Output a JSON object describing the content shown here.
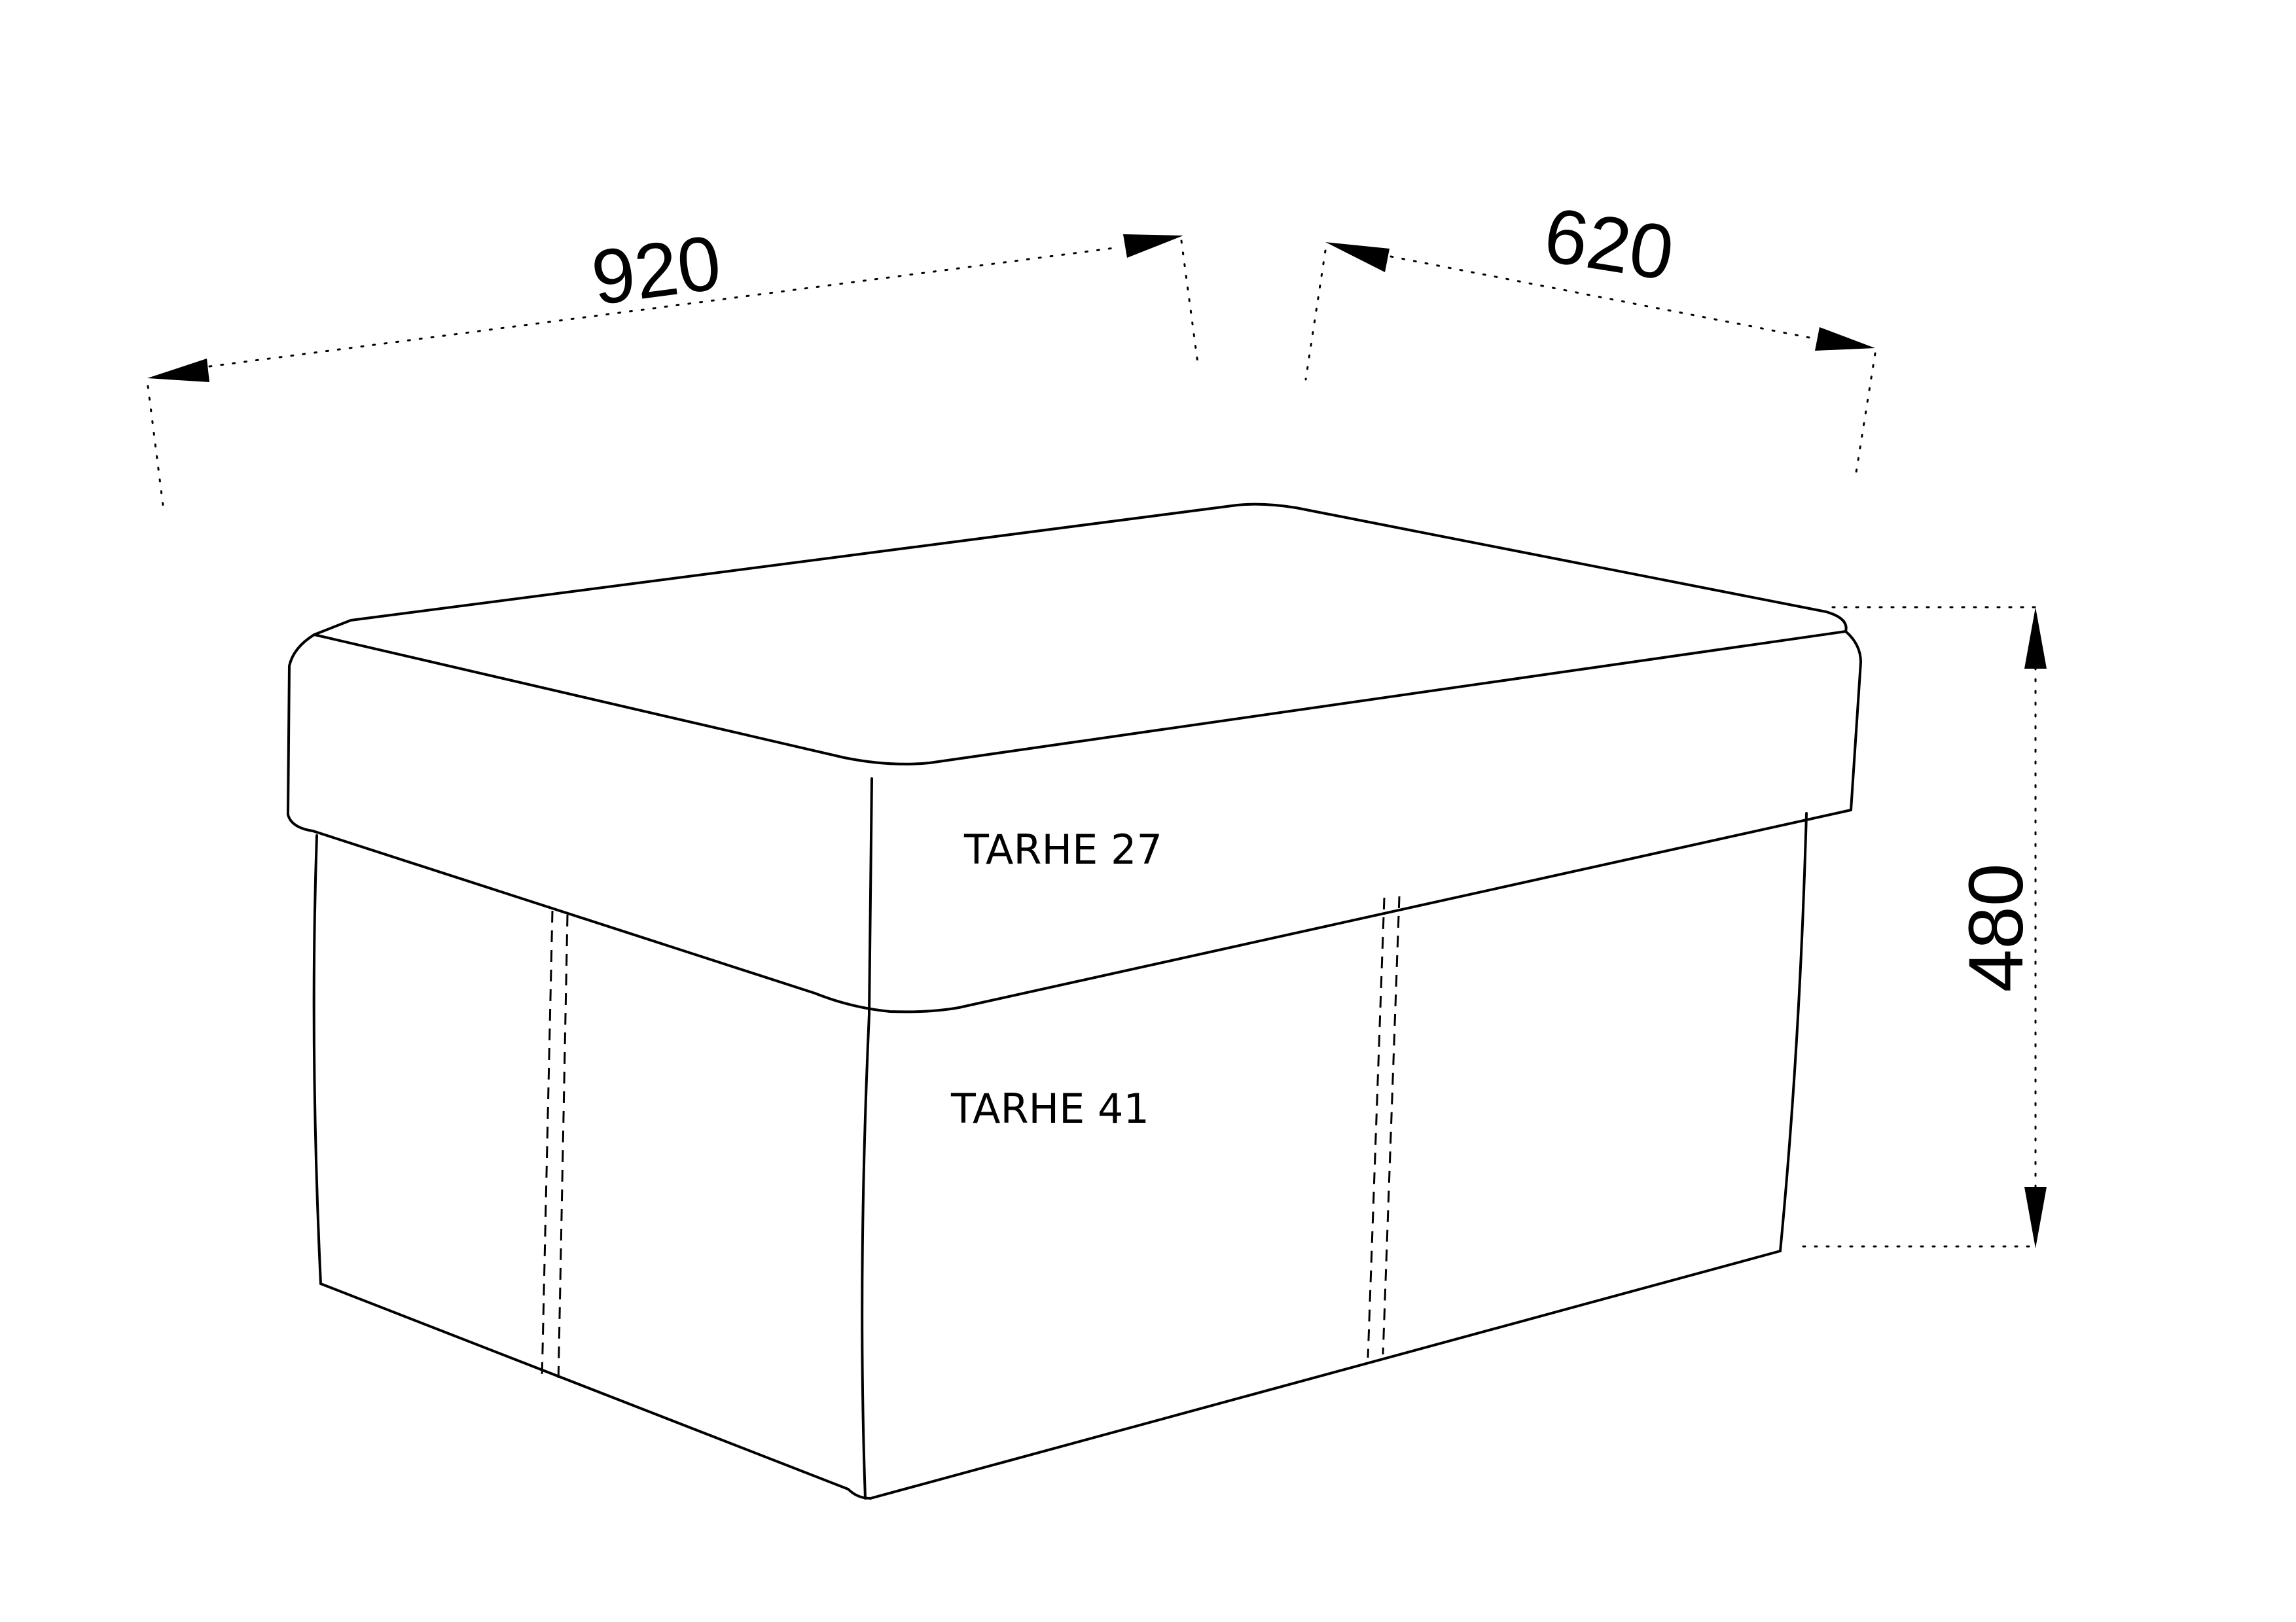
{
  "dimensions": {
    "width": "920",
    "depth": "620",
    "height": "480"
  },
  "labels": {
    "lid": "TARHE 27",
    "body": "TARHE 41"
  }
}
